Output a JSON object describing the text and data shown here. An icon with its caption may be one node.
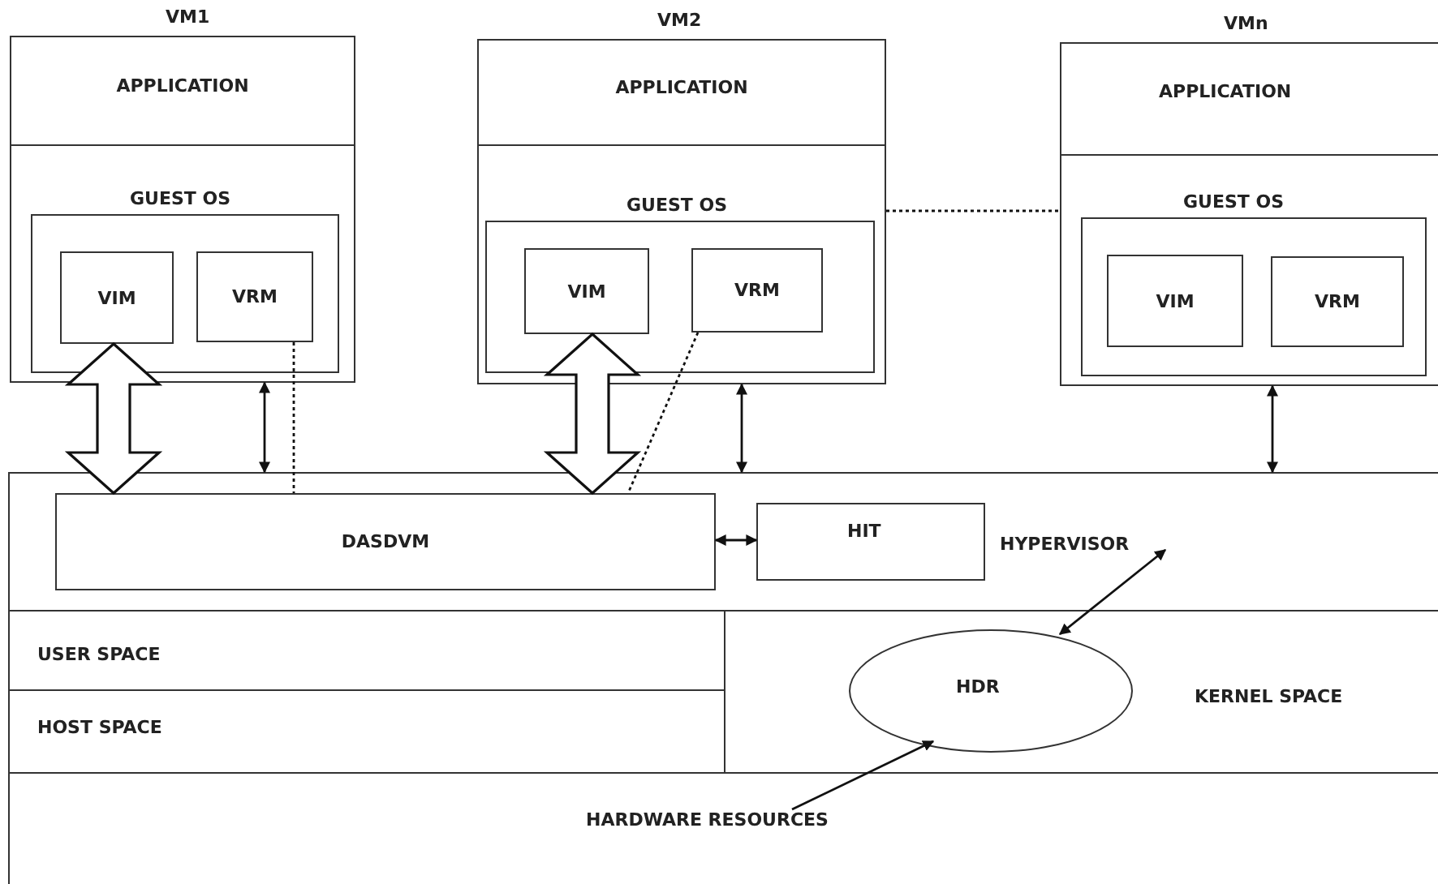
{
  "diagram": {
    "nodes": [
      {
        "text": [
          "VM1"
        ]
      },
      {
        "text": [
          "APPLICATION"
        ],
        "in": 0
      },
      {
        "text": [
          "GUEST OS"
        ],
        "in": 0
      },
      {
        "text": [
          "VIM"
        ],
        "in": 2
      },
      {
        "text": [
          "VRM"
        ],
        "in": 2
      },
      {
        "text": [
          "VM2"
        ]
      },
      {
        "text": [
          "APPLICATION"
        ],
        "in": 5
      },
      {
        "text": [
          "GUEST OS"
        ],
        "in": 5
      },
      {
        "text": [
          "VIM"
        ],
        "in": 7
      },
      {
        "text": [
          "VRM"
        ],
        "in": 7
      },
      {
        "text": [
          "VMn"
        ]
      },
      {
        "text": [
          "APPLICATION"
        ],
        "in": 10
      },
      {
        "text": [
          "GUEST OS"
        ],
        "in": 10
      },
      {
        "text": [
          "VIM"
        ],
        "in": 12
      },
      {
        "text": [
          "VRM"
        ],
        "in": 12
      },
      {
        "text": [
          "HYPERVISOR"
        ]
      },
      {
        "text": [
          "DASDVM"
        ],
        "in": 15
      },
      {
        "text": [
          "HIT"
        ],
        "in": 15
      },
      {
        "text": [
          "USER SPACE"
        ]
      },
      {
        "text": [
          "HOST SPACE"
        ]
      },
      {
        "text": [
          "KERNEL SPACE"
        ]
      },
      {
        "text": [
          "HDR"
        ],
        "in": 20
      },
      {
        "text": [
          "HARDWARE RESOURCES"
        ]
      }
    ],
    "edges": [
      {
        "from": 3,
        "to": 16,
        "arrow": "both",
        "style": "thick"
      },
      {
        "from": 0,
        "to": 15,
        "arrow": "both"
      },
      {
        "from": 4,
        "to": 16,
        "arrow": "none",
        "style": "dashed"
      },
      {
        "from": 8,
        "to": 16,
        "arrow": "both",
        "style": "thick"
      },
      {
        "from": 9,
        "to": 16,
        "arrow": "none",
        "style": "dashed"
      },
      {
        "from": 5,
        "to": 15,
        "arrow": "both"
      },
      {
        "from": 5,
        "to": 10,
        "arrow": "none",
        "style": "dashed"
      },
      {
        "from": 10,
        "to": 15,
        "arrow": "both"
      },
      {
        "from": 16,
        "to": 17,
        "arrow": "both"
      },
      {
        "from": 21,
        "to": 15,
        "arrow": "both"
      },
      {
        "from": 22,
        "to": 21,
        "arrow": "to"
      }
    ]
  }
}
